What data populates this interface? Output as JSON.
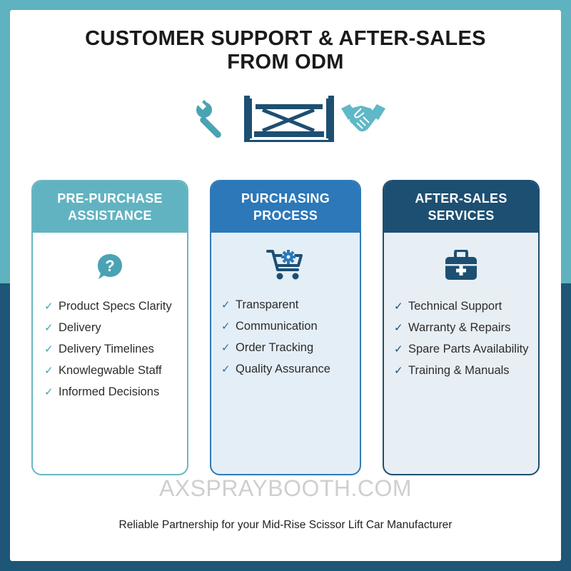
{
  "title": "CUSTOMER SUPPORT & AFTER-SALES\nFROM ODM",
  "hero_icons": [
    "wrench-icon",
    "scissor-lift-icon",
    "handshake-icon"
  ],
  "colors": {
    "teal": "#62b3c1",
    "blue": "#2c78b8",
    "navy": "#1d4f72"
  },
  "cards": [
    {
      "heading": "PRE-PURCHASE\nASSISTANCE",
      "icon": "question-bubble-icon",
      "items": [
        "Product Specs Clarity",
        "Delivery",
        "Delivery Timelines",
        "Knowlegwable Staff",
        "Informed Decisions"
      ]
    },
    {
      "heading": "PURCHASING\nPROCESS",
      "icon": "shopping-cart-gear-icon",
      "items": [
        "Transparent",
        "Communication",
        "Order Tracking",
        "Quality Assurance"
      ]
    },
    {
      "heading": "AFTER-SALES\nSERVICES",
      "icon": "toolbox-icon",
      "items": [
        "Technical Support",
        "Warranty & Repairs",
        "Spare Parts Availability",
        "Training & Manuals"
      ]
    }
  ],
  "watermark": "AXSPRAYBOOTH.COM",
  "tagline": "Reliable Partnership for your Mid-Rise Scissor Lift Car Manufacturer"
}
